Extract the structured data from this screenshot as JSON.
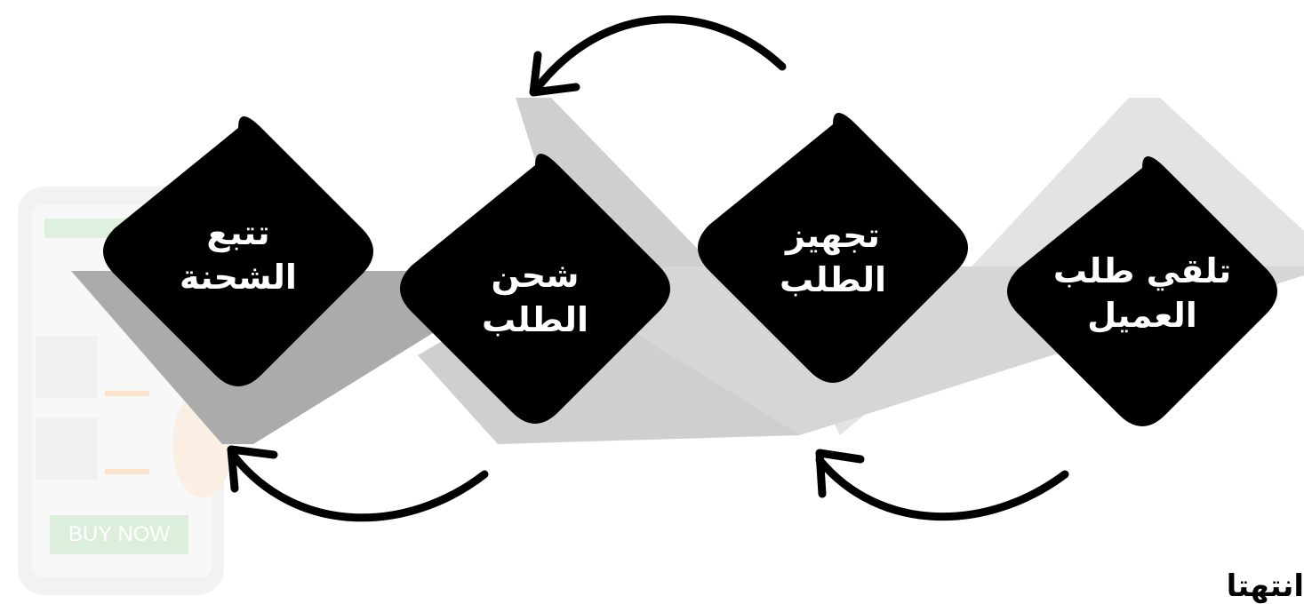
{
  "steps": [
    {
      "id": "receive",
      "line1": "تلقي طلب",
      "line2": "العميل"
    },
    {
      "id": "prepare",
      "line1": "تجهيز",
      "line2": "الطلب"
    },
    {
      "id": "ship",
      "line1": "شحن",
      "line2": "الطلب"
    },
    {
      "id": "track",
      "line1": "تتبع",
      "line2": "الشحنة"
    }
  ],
  "background_mockup": {
    "button_label": "BUY NOW"
  },
  "end_label": "انتهتا",
  "colors": {
    "diamond": "#000000",
    "band_light": "#e3e3e3",
    "band_mid": "#cfcfcf",
    "band_dark": "#a9a9a9",
    "arrow": "#000000",
    "mockup_frame": "#eeeeee",
    "mockup_accent": "#fbe6cf",
    "mockup_green": "#dcefdc"
  }
}
